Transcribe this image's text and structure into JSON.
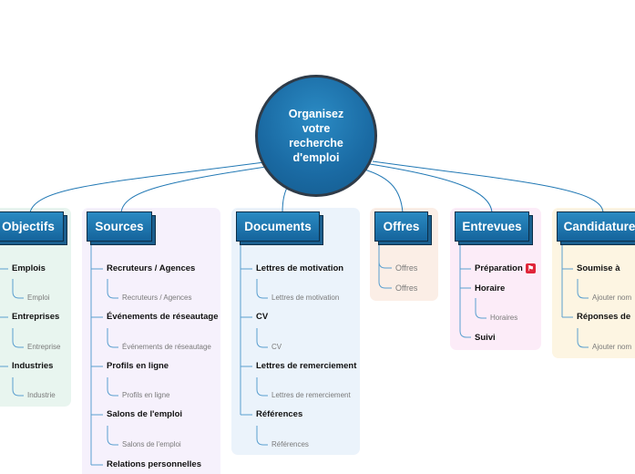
{
  "root": {
    "label": "Organisez votre recherche d'emploi"
  },
  "colors": {
    "branch_fill": "#1a6ea8",
    "wire": "#2178b4",
    "objectifs_bg": "#e8f5ef",
    "sources_bg": "#f6f1fc",
    "documents_bg": "#ebf3fb",
    "offres_bg": "#fbeee6",
    "entrevues_bg": "#fcecf8",
    "candidature_bg": "#fdf5e2",
    "flag": "#e0263a"
  },
  "branches": {
    "objectifs": {
      "label": "Objectifs",
      "items": [
        {
          "label": "Emplois",
          "sub": "Emploi"
        },
        {
          "label": "Entreprises",
          "sub": "Entreprise"
        },
        {
          "label": "Industries",
          "sub": "Industrie"
        }
      ]
    },
    "sources": {
      "label": "Sources",
      "items": [
        {
          "label": "Recruteurs / Agences",
          "sub": "Recruteurs / Agences"
        },
        {
          "label": "Événements de réseautage",
          "sub": "Événements de réseautage"
        },
        {
          "label": "Profils en ligne",
          "sub": "Profils en ligne"
        },
        {
          "label": "Salons de l'emploi",
          "sub": "Salons de l'emploi"
        },
        {
          "label": "Relations personnelles"
        }
      ]
    },
    "documents": {
      "label": "Documents",
      "items": [
        {
          "label": "Lettres de motivation",
          "sub": "Lettres de motivation"
        },
        {
          "label": "CV",
          "sub": "CV"
        },
        {
          "label": "Lettres de remerciement",
          "sub": "Lettres de remerciement"
        },
        {
          "label": "Références",
          "sub": "Références"
        }
      ]
    },
    "offres": {
      "label": "Offres",
      "items": [
        "Offres",
        "Offres"
      ]
    },
    "entrevues": {
      "label": "Entrevues",
      "items": [
        {
          "label": "Préparation",
          "icon": "flag-icon"
        },
        {
          "label": "Horaire",
          "sub": "Horaires"
        },
        {
          "label": "Suivi"
        }
      ]
    },
    "candidature": {
      "label": "Candidature",
      "items": [
        {
          "label": "Soumise à",
          "sub": "Ajouter nom"
        },
        {
          "label": "Réponses de",
          "sub": "Ajouter nom"
        }
      ]
    }
  }
}
